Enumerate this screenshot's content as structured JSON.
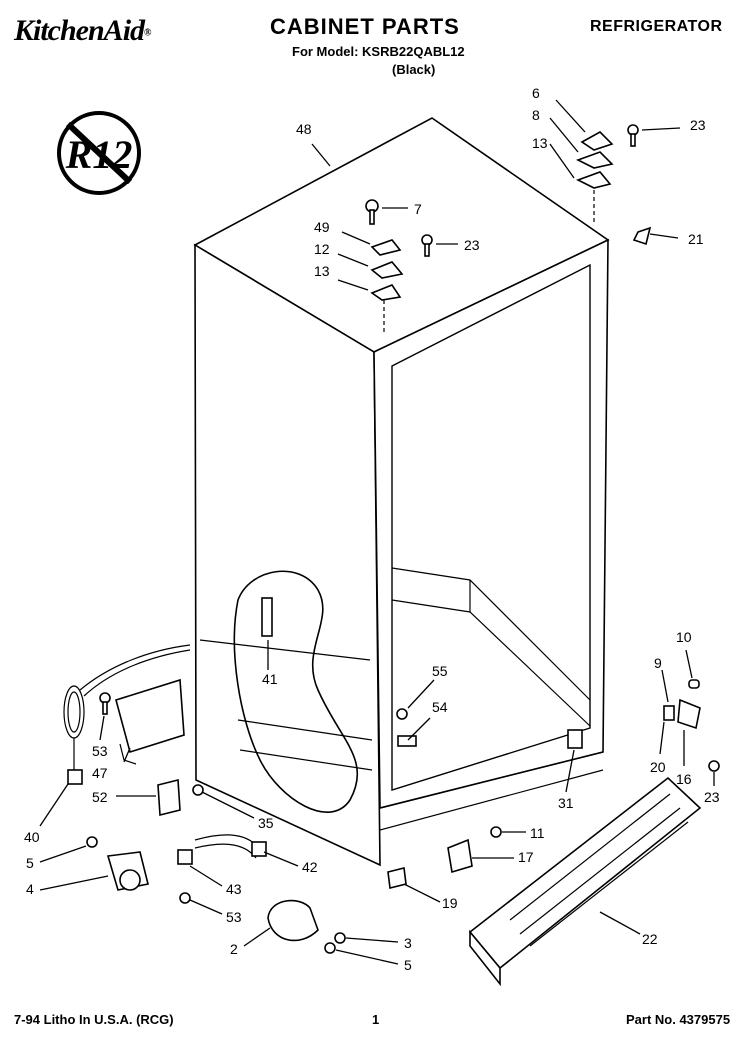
{
  "header": {
    "brand": "KitchenAid",
    "title": "CABINET PARTS",
    "model_line": "For Model: KSRB22QABL12",
    "color_line": "(Black)",
    "category": "REFRIGERATOR"
  },
  "badge": {
    "text": "R12"
  },
  "footer": {
    "litho": "7-94 Litho In U.S.A. (RCG)",
    "page": "1",
    "part_no": "Part No. 4379575"
  },
  "callouts": [
    "48",
    "6",
    "8",
    "13",
    "23",
    "7",
    "49",
    "12",
    "23",
    "13",
    "21",
    "10",
    "9",
    "41",
    "55",
    "54",
    "20",
    "16",
    "23",
    "31",
    "53",
    "47",
    "52",
    "40",
    "35",
    "11",
    "17",
    "5",
    "4",
    "42",
    "43",
    "53",
    "19",
    "22",
    "2",
    "3",
    "5"
  ]
}
